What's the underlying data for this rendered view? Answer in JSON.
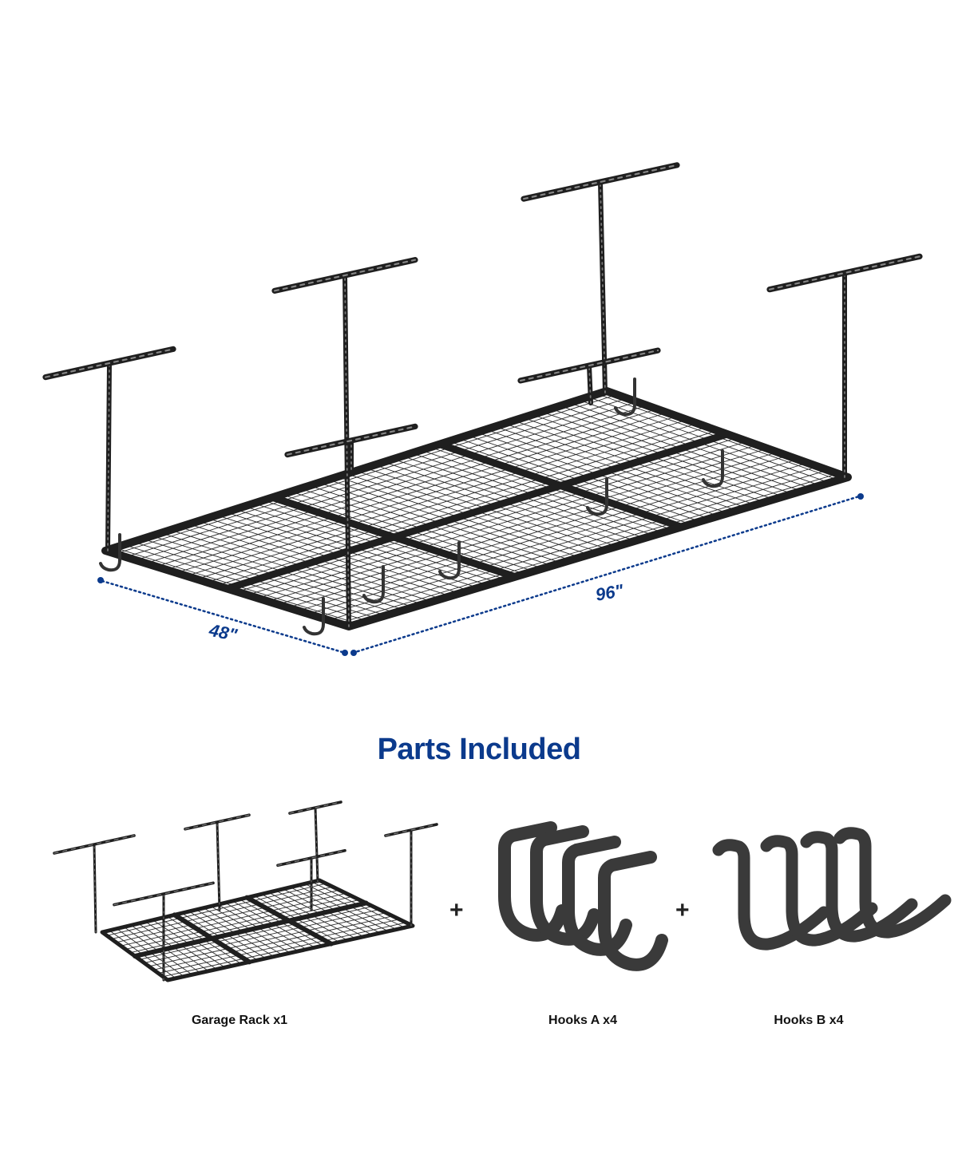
{
  "colors": {
    "accent": "#0b3a8c",
    "metal": "#1f1f1f",
    "mesh": "#2a2a2a"
  },
  "main_diagram": {
    "width_label": "48\"",
    "length_label": "96\""
  },
  "title": "Parts Included",
  "parts": [
    {
      "label": "Garage Rack x1",
      "icon": "garage-rack"
    },
    {
      "label": "Hooks A x4",
      "icon": "hook-a"
    },
    {
      "label": "Hooks B x4",
      "icon": "hook-b"
    }
  ],
  "separator": "+"
}
